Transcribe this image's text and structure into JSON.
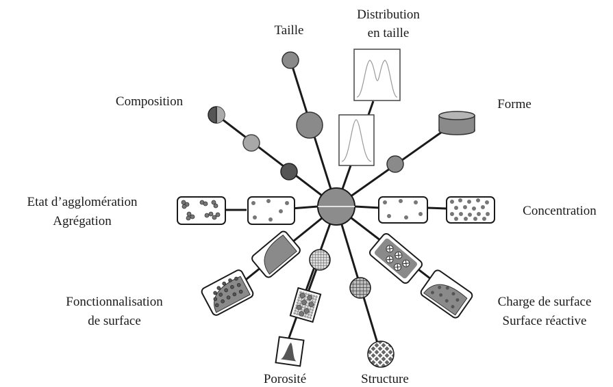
{
  "diagram": {
    "labels": {
      "taille": "Taille",
      "distribution_line1": "Distribution",
      "distribution_line2": "en taille",
      "composition": "Composition",
      "forme": "Forme",
      "agglomeration_line1": "Etat d’agglomération",
      "agglomeration_line2": "Agrégation",
      "concentration": "Concentration",
      "fonctionnalisation_line1": "Fonctionnalisation",
      "fonctionnalisation_line2": "de surface",
      "charge_line1": "Charge de surface",
      "charge_line2": "Surface réactive",
      "porosite": "Porosité",
      "structure": "Structure"
    }
  }
}
